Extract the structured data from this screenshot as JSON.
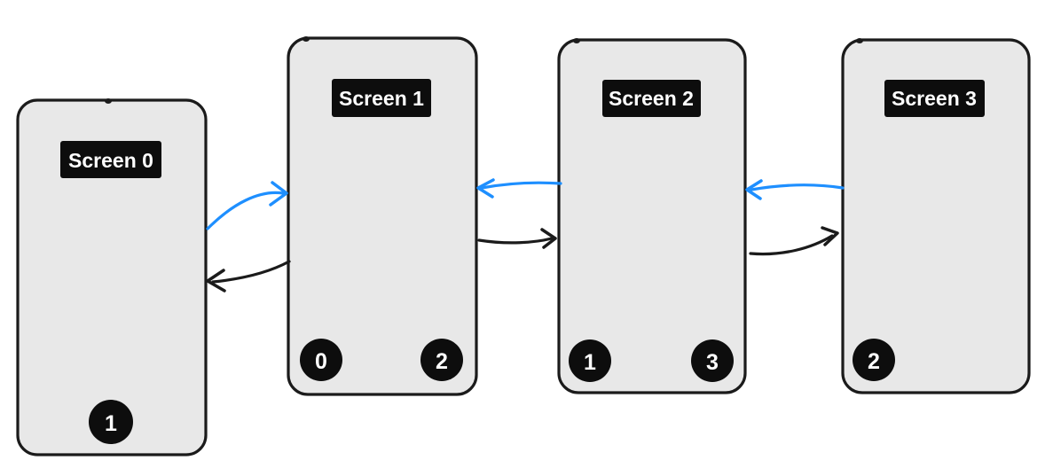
{
  "colors": {
    "background": "#ffffff",
    "screen_fill": "#e8e8e8",
    "outline": "#1b1b1b",
    "badge_fill": "#0d0d0d",
    "badge_text": "#ffffff",
    "blue_arrow": "#1e8fff",
    "black_arrow": "#1b1b1b"
  },
  "screens": [
    {
      "label": "Screen 0",
      "stack": [
        "1"
      ]
    },
    {
      "label": "Screen 1",
      "stack": [
        "0",
        "2"
      ]
    },
    {
      "label": "Screen 2",
      "stack": [
        "1",
        "3"
      ]
    },
    {
      "label": "Screen 3",
      "stack": [
        "2"
      ]
    }
  ],
  "arrows": [
    {
      "from": "Screen 0",
      "to": "Screen 1",
      "color": "blue"
    },
    {
      "from": "Screen 1",
      "to": "Screen 0",
      "color": "black"
    },
    {
      "from": "Screen 2",
      "to": "Screen 1",
      "color": "blue"
    },
    {
      "from": "Screen 1",
      "to": "Screen 2",
      "color": "black"
    },
    {
      "from": "Screen 3",
      "to": "Screen 2",
      "color": "blue"
    },
    {
      "from": "Screen 2",
      "to": "Screen 3",
      "color": "black"
    }
  ]
}
